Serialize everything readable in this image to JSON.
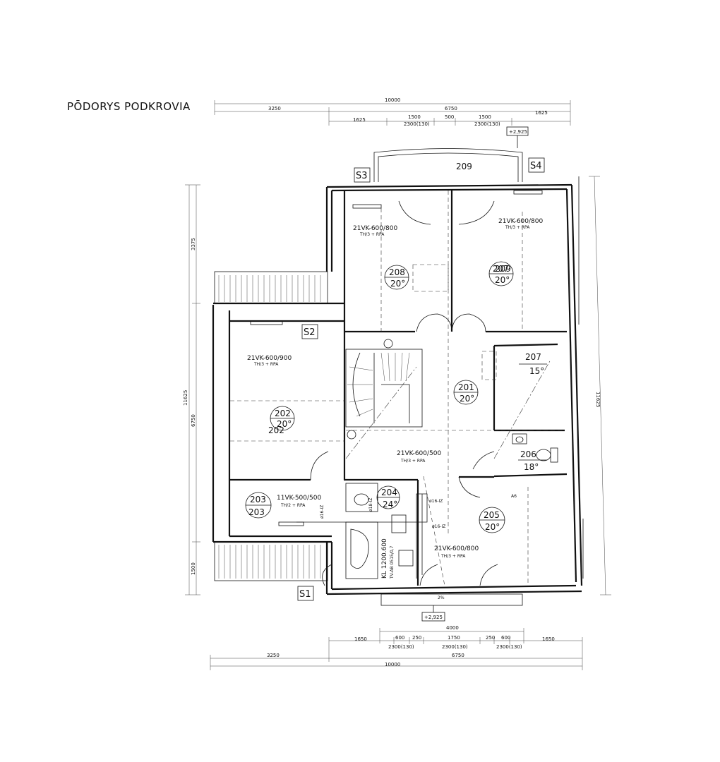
{
  "title": "PŌDORYS PODKROVIA",
  "dims_top": {
    "overall": "10000",
    "left": "3250",
    "right": "6750",
    "seg1": "1625",
    "seg2": "1500",
    "seg3": "500",
    "seg4": "1500",
    "seg5": "1625",
    "win1": "2300(130)",
    "win2": "2300(130)"
  },
  "dims_bottom": {
    "overall": "10000",
    "left": "3250",
    "right": "6750",
    "top_span": "4000",
    "seg1": "1650",
    "seg2": "600",
    "seg3": "250",
    "seg4": "1750",
    "seg5": "250",
    "seg6": "600",
    "seg7": "1650",
    "win1": "2300(130)",
    "win2": "2300(130)",
    "win3": "2300(130)"
  },
  "dims_left": {
    "overall": "11625",
    "top": "3375",
    "middle": "6750",
    "bottom": "1500"
  },
  "dims_right": {
    "overall": "11625"
  },
  "levels": {
    "top": "+2,925",
    "bottom": "+2,925"
  },
  "section_tags": [
    "S1",
    "S2",
    "S3",
    "S4"
  ],
  "rooms": [
    {
      "num": "201",
      "temp": "20°"
    },
    {
      "num": "202",
      "temp": "20°",
      "dup": "202"
    },
    {
      "num": "203",
      "dup": "203"
    },
    {
      "num": "204",
      "temp": "24°"
    },
    {
      "num": "205",
      "temp": "20°"
    },
    {
      "num": "206",
      "temp": "18°"
    },
    {
      "num": "207",
      "temp": "15°"
    },
    {
      "num": "207",
      "overprint": "209",
      "temp": "20°"
    },
    {
      "num": "208",
      "temp": "20°"
    },
    {
      "num": "209"
    }
  ],
  "radiators": [
    {
      "label": "21VK-600/800",
      "sub": "TH/3 + RPA"
    },
    {
      "label": "21VK-600/800",
      "sub": "TH/3 + RPA"
    },
    {
      "label": "21VK-600/900",
      "sub": "TH/3 + RPA"
    },
    {
      "label": "21VK-600/500",
      "sub": "TH/3 + RPA"
    },
    {
      "label": "11VK-500/500",
      "sub": "TH/2 + RPA"
    },
    {
      "label": "21VK-600/800",
      "sub": "TH/3 + RPA"
    }
  ],
  "pipe_labels": [
    "ø16-IZ",
    "ø16-IZ",
    "ø18-IZ",
    "ø16-IZ",
    "A6",
    "2%"
  ],
  "bath_heater": {
    "label": "KL 1200.600",
    "sub": "TV-AB 0515/0,7"
  }
}
